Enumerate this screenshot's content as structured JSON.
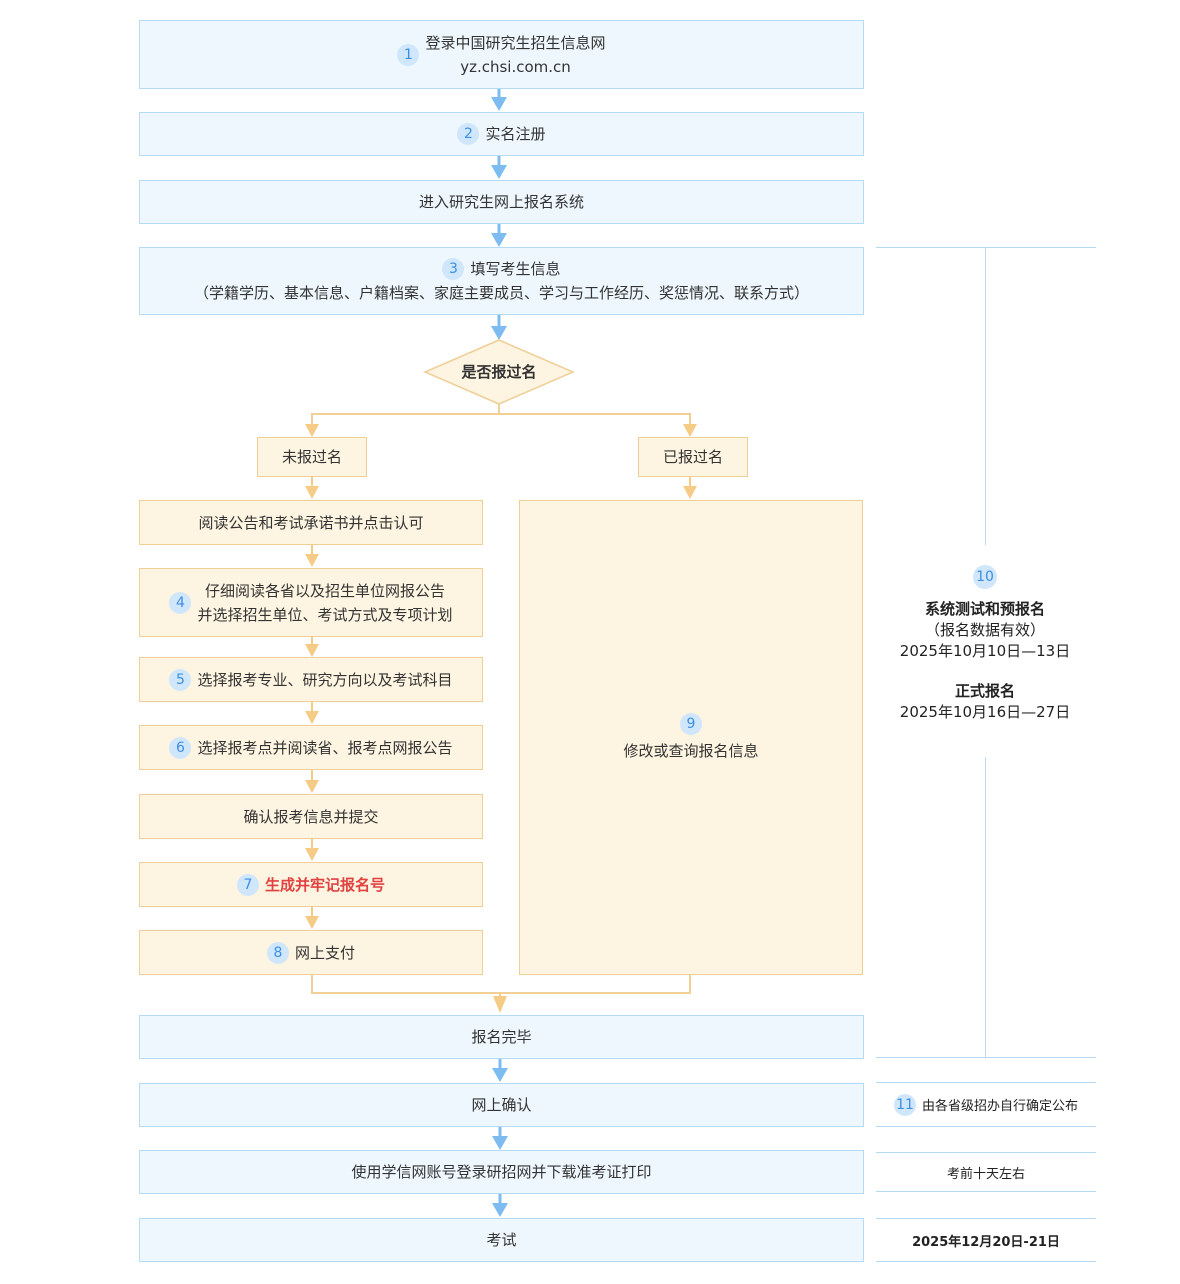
{
  "steps": {
    "login": {
      "num": "1",
      "line1": "登录中国研究生招生信息网",
      "line2": "yz.chsi.com.cn"
    },
    "register": {
      "num": "2",
      "label": "实名注册"
    },
    "enter": {
      "label": "进入研究生网上报名系统"
    },
    "fill": {
      "num": "3",
      "line1": "填写考生信息",
      "line2": "（学籍学历、基本信息、户籍档案、家庭主要成员、学习与工作经历、奖惩情况、联系方式）"
    },
    "decision": {
      "label": "是否报过名"
    },
    "not_registered": {
      "label": "未报过名"
    },
    "registered": {
      "label": "已报过名"
    },
    "read_notice": {
      "label": "阅读公告和考试承诺书并点击认可"
    },
    "read_province": {
      "num": "4",
      "line1": "仔细阅读各省以及招生单位网报公告",
      "line2": "并选择招生单位、考试方式及专项计划"
    },
    "choose_major": {
      "num": "5",
      "label": "选择报考专业、研究方向以及考试科目"
    },
    "choose_site": {
      "num": "6",
      "label": "选择报考点并阅读省、报考点网报公告"
    },
    "confirm_submit": {
      "label": "确认报考信息并提交"
    },
    "generate_id": {
      "num": "7",
      "label": "生成并牢记报名号"
    },
    "pay": {
      "num": "8",
      "label": "网上支付"
    },
    "modify": {
      "num": "9",
      "label": "修改或查询报名信息"
    },
    "done": {
      "label": "报名完毕"
    },
    "online_confirm": {
      "label": "网上确认"
    },
    "download": {
      "label": "使用学信网账号登录研招网并下载准考证打印"
    },
    "exam": {
      "label": "考试"
    }
  },
  "side": {
    "registration": {
      "num": "10",
      "title1": "系统测试和预报名",
      "sub1": "（报名数据有效）",
      "date1": "2025年10月10日—13日",
      "title2": "正式报名",
      "date2": "2025年10月16日—27日"
    },
    "confirm": {
      "num": "11",
      "label": "由各省级招办自行确定公布"
    },
    "download": {
      "label": "考前十天左右"
    },
    "exam": {
      "label": "2025年12月20日-21日"
    }
  },
  "colors": {
    "blue_fill": "#eef7fd",
    "blue_border": "#b4dbf3",
    "blue_arrow": "#7cbcf0",
    "tan_fill": "#fdf4e1",
    "tan_border": "#efcf95",
    "tan_arrow": "#f5cb85",
    "highlight": "#e04242"
  }
}
